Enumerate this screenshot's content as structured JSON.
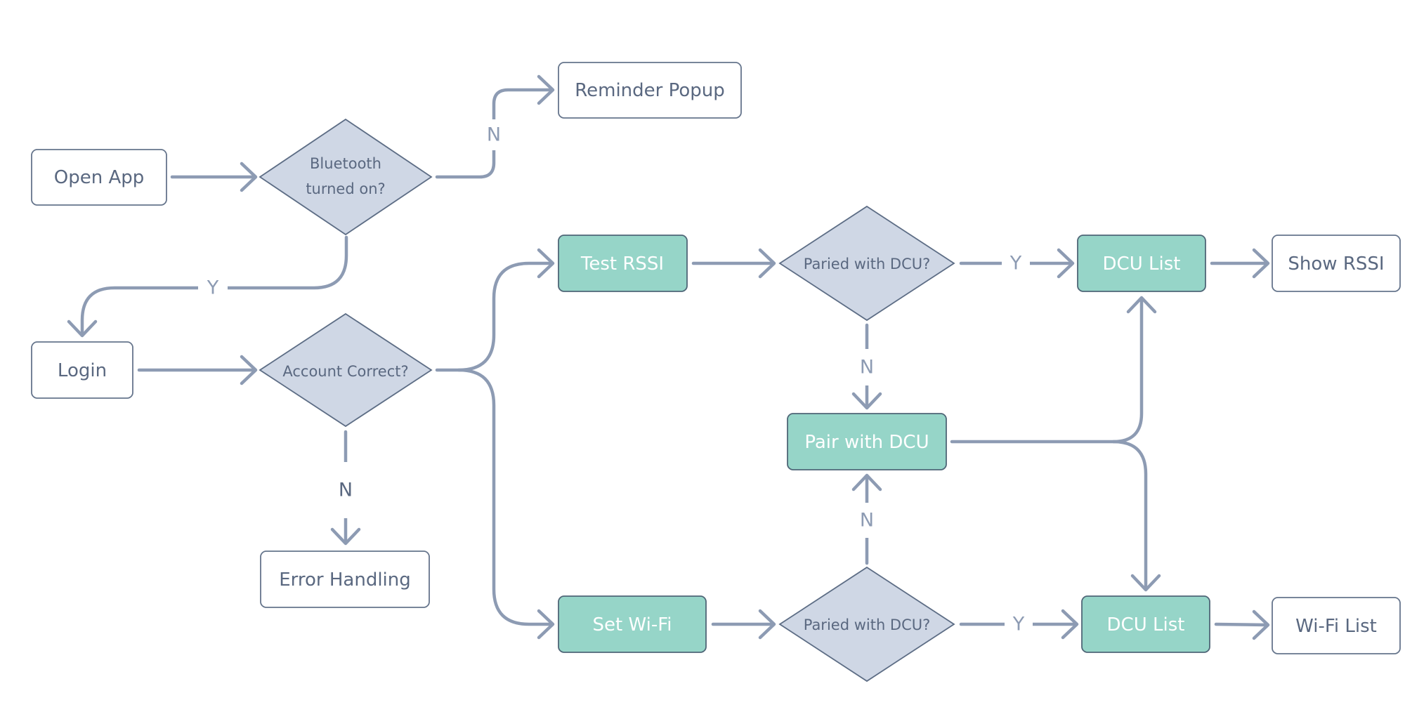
{
  "nodes": {
    "open_app": "Open App",
    "bluetooth": [
      "Bluetooth",
      "turned on?"
    ],
    "reminder": "Reminder Popup",
    "login": "Login",
    "account": "Account Correct?",
    "error": "Error Handling",
    "test_rssi": "Test RSSI",
    "set_wifi": "Set Wi-Fi",
    "paired_top": "Paried with DCU?",
    "paired_bottom": "Paried with DCU?",
    "pair_dcu": "Pair with DCU",
    "dcu_top": "DCU List",
    "dcu_bottom": "DCU List",
    "show_rssi": "Show RSSI",
    "wifi_list": "Wi-Fi List"
  },
  "edge_labels": {
    "bt_no": "N",
    "bt_yes": "Y",
    "account_no": "N",
    "paired_top_yes": "Y",
    "paired_top_no": "N",
    "paired_bottom_yes": "Y",
    "paired_bottom_no": "N"
  },
  "colors": {
    "process_fill": "#ffffff",
    "action_fill": "#96d5c8",
    "decision_fill": "#cfd7e5",
    "connector": "#8d9bb3",
    "text": "#5a6880"
  }
}
